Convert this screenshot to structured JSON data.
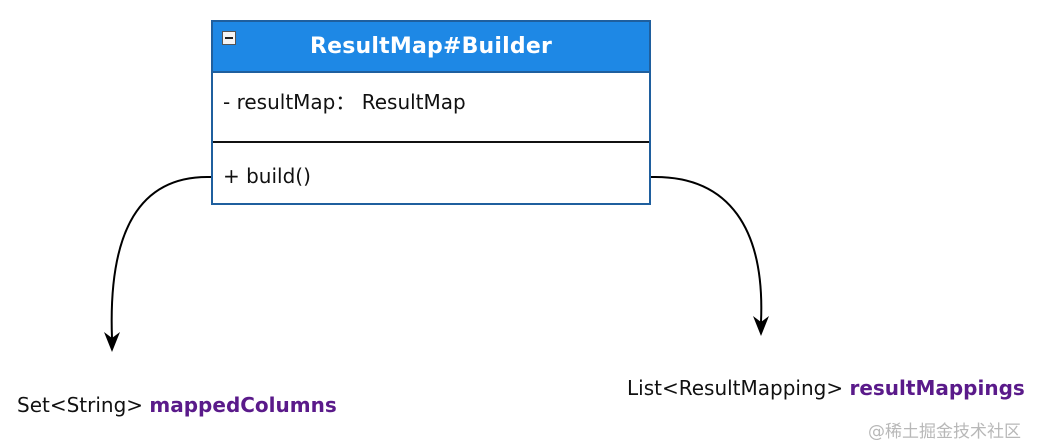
{
  "class_box": {
    "title": "ResultMap#Builder",
    "attribute": "- resultMap： ResultMap",
    "method": "+ build()"
  },
  "outputs": {
    "left": {
      "type": "Set<String>",
      "name": "mappedColumns"
    },
    "right": {
      "type": "List<ResultMapping>",
      "name": "resultMappings"
    }
  },
  "watermark": "@稀土掘金技术社区",
  "colors": {
    "header": "#1e88e5",
    "border": "#1f5f9e",
    "variable_name": "#5a1a8a"
  }
}
